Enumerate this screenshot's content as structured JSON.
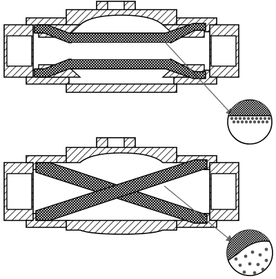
{
  "figure": {
    "panels": [
      {
        "name": "upper",
        "lining": "annular",
        "inset": "layered"
      },
      {
        "name": "lower",
        "lining": "crossed",
        "inset": "dispersed"
      }
    ]
  },
  "colors": {
    "background": "#ffffff",
    "line": "#000000",
    "hatch": "#000000",
    "mesh": "#000000",
    "pointer": "#666666"
  },
  "icons": {
    "hatch": "diagonal-hatch",
    "mesh": "crosshatch-mesh",
    "inset": "circle-magnifier"
  }
}
